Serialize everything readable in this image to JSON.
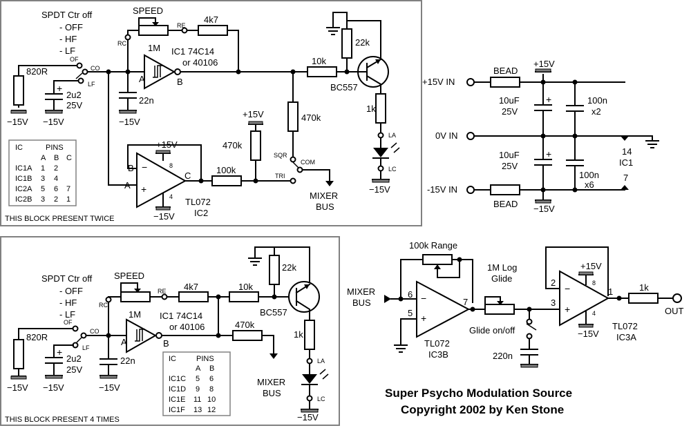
{
  "title": {
    "line1": "Super Psycho Modulation Source",
    "line2": "Copyright 2002 by Ken Stone"
  },
  "block_a": {
    "note": "THIS BLOCK PRESENT TWICE",
    "switch_title": "SPDT Ctr off",
    "switch_off": "- OFF",
    "switch_hf": "- HF",
    "switch_lf": "- LF",
    "pin_of": "OF",
    "pin_co": "CO",
    "pin_lf": "LF",
    "pin_rc": "RC",
    "pin_re": "RE",
    "speed": "SPEED",
    "pot": "1M",
    "r_4k7": "4k7",
    "r_820": "820R",
    "cap_2u2": "2u2",
    "cap_2u2_v": "25V",
    "cap_22n": "22n",
    "ic1_name": "IC1 74C14",
    "ic1_alt": "or 40106",
    "pin_a": "A",
    "pin_b": "B",
    "pin_c": "C",
    "r_10k": "10k",
    "r_22k": "22k",
    "transistor": "BC557",
    "r_1k": "1k",
    "led_la": "LA",
    "led_lc": "LC",
    "r_470k_sw": "470k",
    "r_470k_div": "470k",
    "r_100k": "100k",
    "sw_sqr": "SQR",
    "sw_com": "COM",
    "sw_tri": "TRI",
    "mixer": "MIXER",
    "bus": "BUS",
    "supply_p15": "+15V",
    "supply_n15": "−15V",
    "opamp_pin8": "8",
    "opamp_pin4": "4",
    "opamp_name": "TL072",
    "opamp_ic": "IC2",
    "plus": "+",
    "minus": "−",
    "table": {
      "h_ic": "IC",
      "h_pins": "PINS",
      "h_a": "A",
      "h_b": "B",
      "h_c": "C",
      "rows": [
        [
          "IC1A",
          "1",
          "2",
          ""
        ],
        [
          "IC1B",
          "3",
          "4",
          ""
        ],
        [
          "IC2A",
          "5",
          "6",
          "7"
        ],
        [
          "IC2B",
          "3",
          "2",
          "1"
        ]
      ]
    }
  },
  "block_b": {
    "note": "THIS BLOCK PRESENT 4 TIMES",
    "switch_title": "SPDT Ctr off",
    "switch_off": "- OFF",
    "switch_hf": "- HF",
    "switch_lf": "- LF",
    "pin_of": "OF",
    "pin_co": "CO",
    "pin_lf": "LF",
    "pin_rc": "RC",
    "pin_re": "RE",
    "speed": "SPEED",
    "pot": "1M",
    "r_4k7": "4k7",
    "r_820": "820R",
    "cap_2u2": "2u2",
    "cap_2u2_v": "25V",
    "cap_22n": "22n",
    "ic1_name": "IC1 74C14",
    "ic1_alt": "or 40106",
    "pin_a": "A",
    "pin_b": "B",
    "r_10k": "10k",
    "r_22k": "22k",
    "transistor": "BC557",
    "r_1k": "1k",
    "led_la": "LA",
    "led_lc": "LC",
    "r_470k": "470k",
    "mixer": "MIXER",
    "bus": "BUS",
    "supply_n15": "−15V",
    "table": {
      "h_ic": "IC",
      "h_pins": "PINS",
      "h_a": "A",
      "h_b": "B",
      "rows": [
        [
          "IC1C",
          "5",
          "6"
        ],
        [
          "IC1D",
          "9",
          "8"
        ],
        [
          "IC1E",
          "11",
          "10"
        ],
        [
          "IC1F",
          "13",
          "12"
        ]
      ]
    }
  },
  "power": {
    "in_p15": "+15V IN",
    "in_0v": "0V IN",
    "in_n15": "-15V IN",
    "bead": "BEAD",
    "rail_p15": "+15V",
    "rail_n15": "−15V",
    "cap_10u": "10uF",
    "cap_10u_v": "25V",
    "cap_100n": "100n",
    "mult_top": "x2",
    "mult_bot": "x6",
    "pin14": "14",
    "ic1": "IC1",
    "pin7": "7"
  },
  "output": {
    "mixer": "MIXER",
    "bus": "BUS",
    "range_pot": "100k Range",
    "glide_pot_1": "1M Log",
    "glide_pot_2": "Glide",
    "glide_switch": "Glide on/off",
    "cap_220n": "220n",
    "ic3b_name": "TL072",
    "ic3b": "IC3B",
    "ic3a_name": "TL072",
    "ic3a": "IC3A",
    "r_1k": "1k",
    "out": "OUT",
    "supply_p15": "+15V",
    "supply_n15": "−15V",
    "p6": "6",
    "p5": "5",
    "p7": "7",
    "p2": "2",
    "p3": "3",
    "p1": "1",
    "p8": "8",
    "p4": "4",
    "plus": "+",
    "minus": "−"
  }
}
